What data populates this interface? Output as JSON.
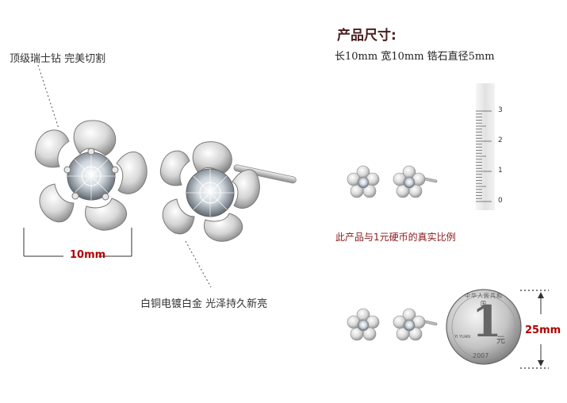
{
  "left": {
    "feature_top": "顶级瑞士钻 完美切割",
    "feature_bottom": "白铜电镀白金 光泽持久新亮",
    "width_measure": "10mm"
  },
  "spec": {
    "title": "产品尺寸:",
    "dimensions": "长10mm 宽10mm 锆石直径5mm"
  },
  "ruler": {
    "ticks": [
      "3",
      "2",
      "1",
      "0"
    ]
  },
  "scale_caption": "此产品与1元硬币的真实比例",
  "coin": {
    "height_label": "25mm",
    "numeral": "1",
    "unit": "元",
    "yuan": "YI YUAN",
    "year": "2007",
    "country": "中华人民共和国"
  }
}
